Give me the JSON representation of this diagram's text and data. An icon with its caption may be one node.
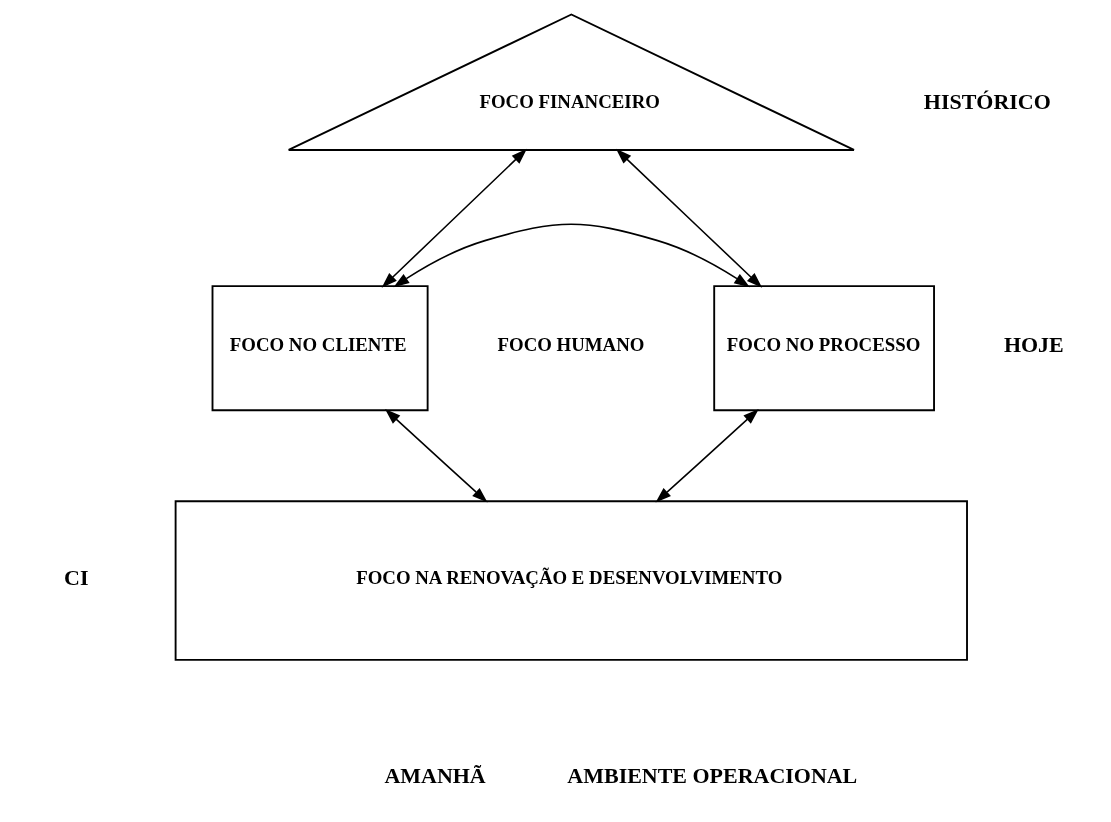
{
  "diagram": {
    "nodes": [
      {
        "text": [
          "FOCO FINANCEIRO"
        ]
      },
      {
        "text": [
          "FOCO NO CLIENTE"
        ]
      },
      {
        "text": [
          "FOCO HUMANO"
        ]
      },
      {
        "text": [
          "FOCO NO PROCESSO"
        ]
      },
      {
        "text": [
          "FOCO NA RENOVAÇÃO E DESENVOLVIMENTO"
        ]
      }
    ],
    "edges": [
      {
        "from": 0,
        "to": 1,
        "arrow": "both"
      },
      {
        "from": 0,
        "to": 3,
        "arrow": "both"
      },
      {
        "from": 1,
        "to": 3,
        "arrow": "both"
      },
      {
        "from": 1,
        "to": 4,
        "arrow": "both"
      },
      {
        "from": 3,
        "to": 4,
        "arrow": "both"
      }
    ],
    "labels": [
      "HISTÓRICO",
      "HOJE",
      "CI",
      "AMANHÃ",
      "AMBIENTE OPERACIONAL"
    ]
  }
}
